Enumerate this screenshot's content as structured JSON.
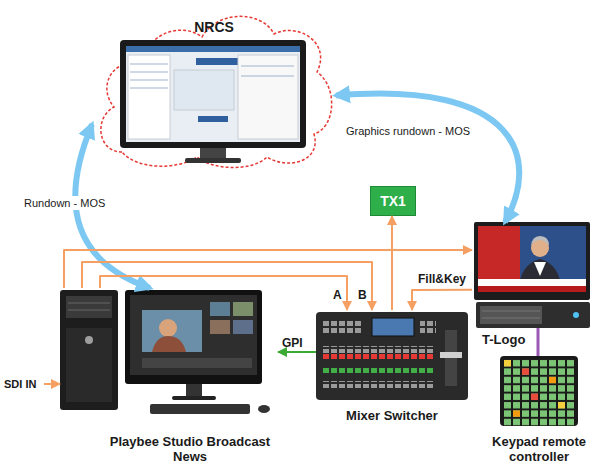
{
  "diagram": {
    "nodes": [
      {
        "text": [
          "NRCS"
        ]
      },
      {
        "text": [
          "TX1"
        ]
      },
      {
        "text": [
          "T-Logo"
        ]
      },
      {
        "text": [
          "Playbee Studio Broadcast News"
        ]
      },
      {
        "text": [
          "Mixer Switcher"
        ]
      },
      {
        "text": [
          "Keypad remote controller"
        ]
      }
    ],
    "edges": [
      {
        "from": 0,
        "to": 3,
        "label": "Rundown - MOS",
        "arrow": "both"
      },
      {
        "from": 0,
        "to": 2,
        "label": "Graphics rundown - MOS",
        "arrow": "both"
      },
      {
        "from": 3,
        "to": 4,
        "label": "A",
        "arrow": "to"
      },
      {
        "from": 3,
        "to": 4,
        "label": "B",
        "arrow": "to"
      },
      {
        "from": 2,
        "to": 4,
        "label": "Fill&Key",
        "arrow": "to"
      },
      {
        "from": 4,
        "to": 1,
        "arrow": "to"
      },
      {
        "from": 4,
        "to": 3,
        "label": "GPI",
        "arrow": "to"
      },
      {
        "from": 3,
        "to": 2,
        "arrow": "to"
      },
      {
        "from": 5,
        "to": 2,
        "arrow": "none"
      }
    ],
    "labels": [
      "SDI IN"
    ]
  }
}
